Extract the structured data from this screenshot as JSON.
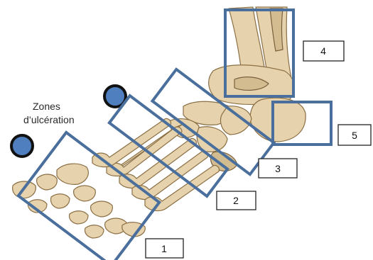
{
  "title_lines": [
    "Zones",
    "d’ulcération"
  ],
  "markers": {
    "color": "#4f7fbf",
    "outline": "#111111"
  },
  "zones": [
    {
      "number": "1"
    },
    {
      "number": "2"
    },
    {
      "number": "3"
    },
    {
      "number": "4"
    },
    {
      "number": "5"
    }
  ],
  "colors": {
    "zone_stroke": "#4a6f9c",
    "bone_fill": "#e6d3ad"
  }
}
